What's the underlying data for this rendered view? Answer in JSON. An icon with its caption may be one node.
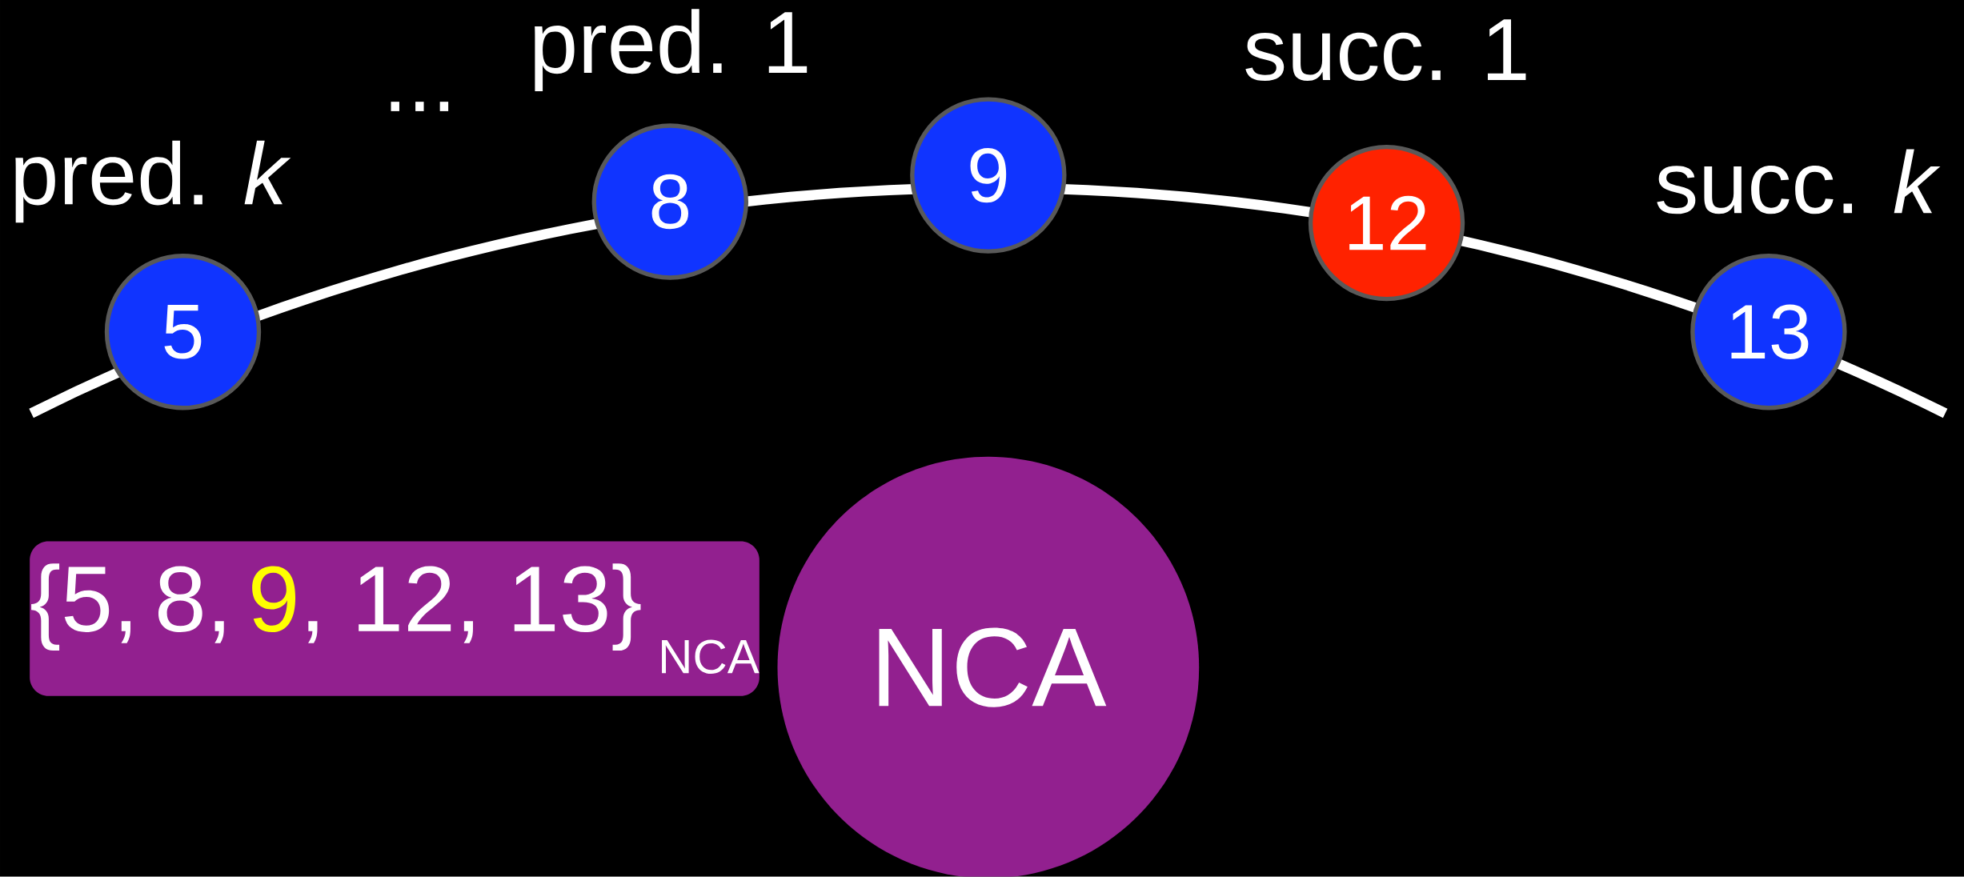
{
  "diagram": {
    "nodes": [
      {
        "text": [
          "5"
        ],
        "beside": [
          "pred. *k*"
        ]
      },
      {
        "text": [
          "8"
        ],
        "beside": [
          "pred. 1"
        ]
      },
      {
        "text": [
          "9"
        ]
      },
      {
        "text": [
          "12"
        ],
        "beside": [
          "succ. 1"
        ]
      },
      {
        "text": [
          "13"
        ],
        "beside": [
          "succ. *k*"
        ]
      },
      {
        "text": [
          "{5,",
          "8,",
          "9",
          ", 12, 13}",
          "NCA"
        ]
      },
      {
        "text": [
          "NCA"
        ]
      }
    ],
    "labels": [
      "..."
    ]
  }
}
